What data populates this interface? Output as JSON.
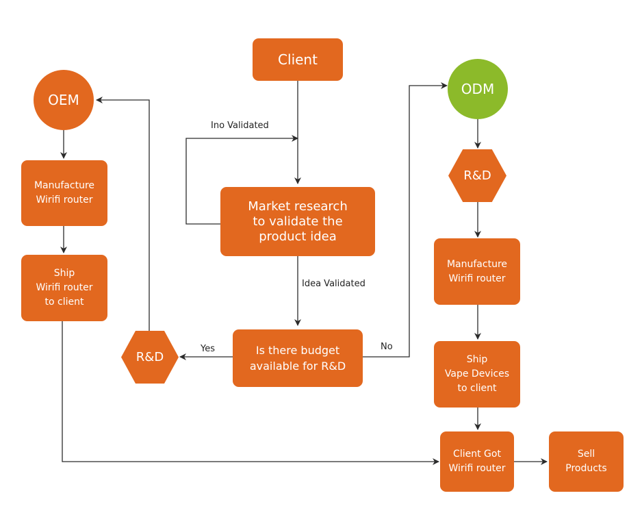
{
  "colors": {
    "node": "#e2681f",
    "odm": "#8cba2a",
    "line": "#2b2b2b"
  },
  "nodes": {
    "client": "Client",
    "oem": "OEM",
    "odm": "ODM",
    "market_research": "Market research\nto validate the\nproduct idea",
    "budget": "Is there budget\navailable for R&D",
    "rd_left": "R&D",
    "rd_right": "R&D",
    "manufacture_left": "Manufacture\nWirifi router",
    "ship_left": "Ship\nWirifi router\nto client",
    "manufacture_right": "Manufacture\nWirifi router",
    "ship_right": "Ship\nVape Devices\nto client",
    "client_got": "Client Got\nWirifi router",
    "sell": "Sell\nProducts"
  },
  "edge_labels": {
    "ino_validated": "Ino Validated",
    "idea_validated": "Idea Validated",
    "yes": "Yes",
    "no": "No"
  }
}
